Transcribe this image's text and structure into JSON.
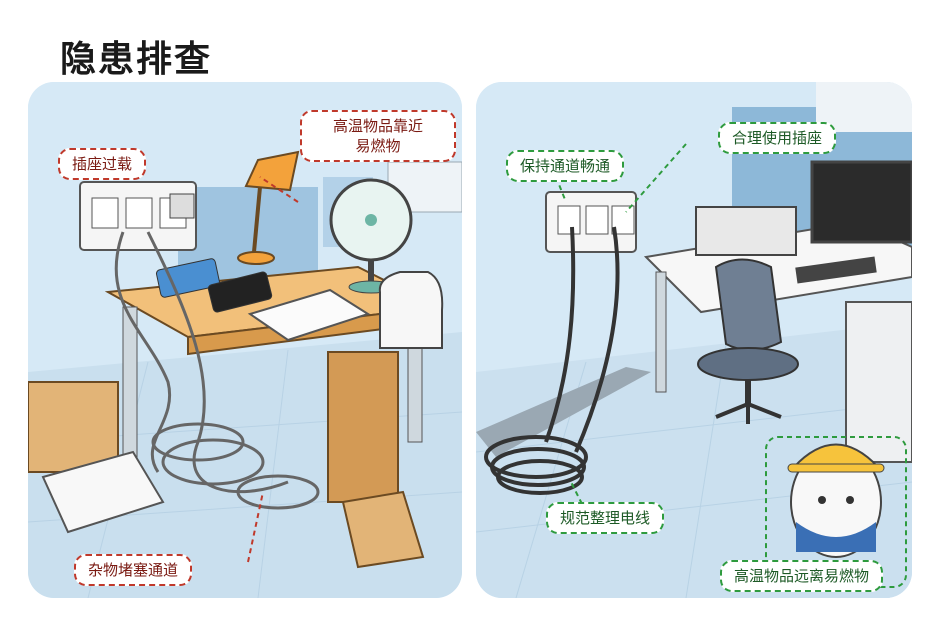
{
  "title": "隐患排查",
  "left_panel": {
    "callouts": {
      "socket_overload": "插座过载",
      "hot_near_flammable_line1": "高温物品靠近",
      "hot_near_flammable_line2": "易燃物",
      "blocked_passage": "杂物堵塞通道"
    }
  },
  "right_panel": {
    "callouts": {
      "keep_clear": "保持通道畅通",
      "proper_socket": "合理使用插座",
      "tidy_cables": "规范整理电线",
      "hot_away_flammable": "高温物品远离易燃物"
    }
  },
  "colors": {
    "hazard": "#c0392b",
    "safe": "#2e9b3e",
    "wall": "#d9ecf8",
    "floor": "#cfe2f0"
  }
}
